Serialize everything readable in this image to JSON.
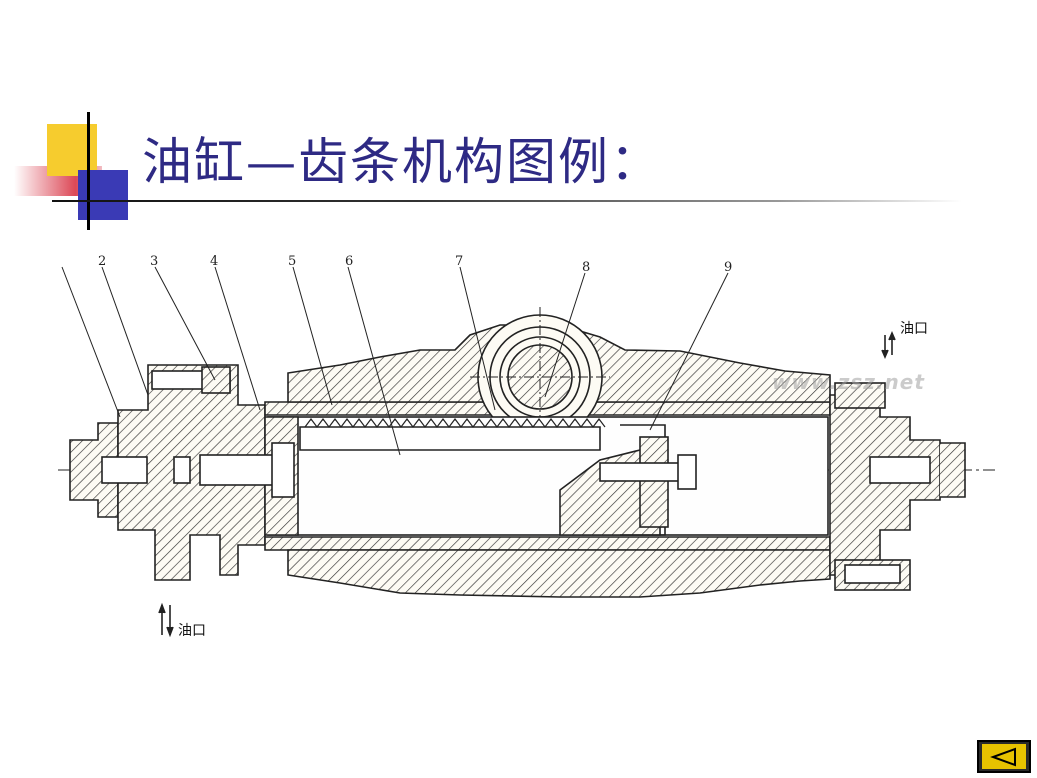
{
  "slide": {
    "title": "油缸—齿条机构图例：",
    "colors": {
      "title": "#2e2a84",
      "accent_yellow": "#f6cc2e",
      "accent_blue": "#3a3ab5",
      "accent_red": "#d62839"
    }
  },
  "diagram": {
    "part_numbers": [
      "2",
      "3",
      "4",
      "5",
      "6",
      "7",
      "8",
      "9"
    ],
    "port_top_label": "油口",
    "port_bottom_label": "油口",
    "watermark": "www.zsz.net"
  },
  "nav": {
    "prev_icon": "previous-slide-arrow-icon"
  }
}
